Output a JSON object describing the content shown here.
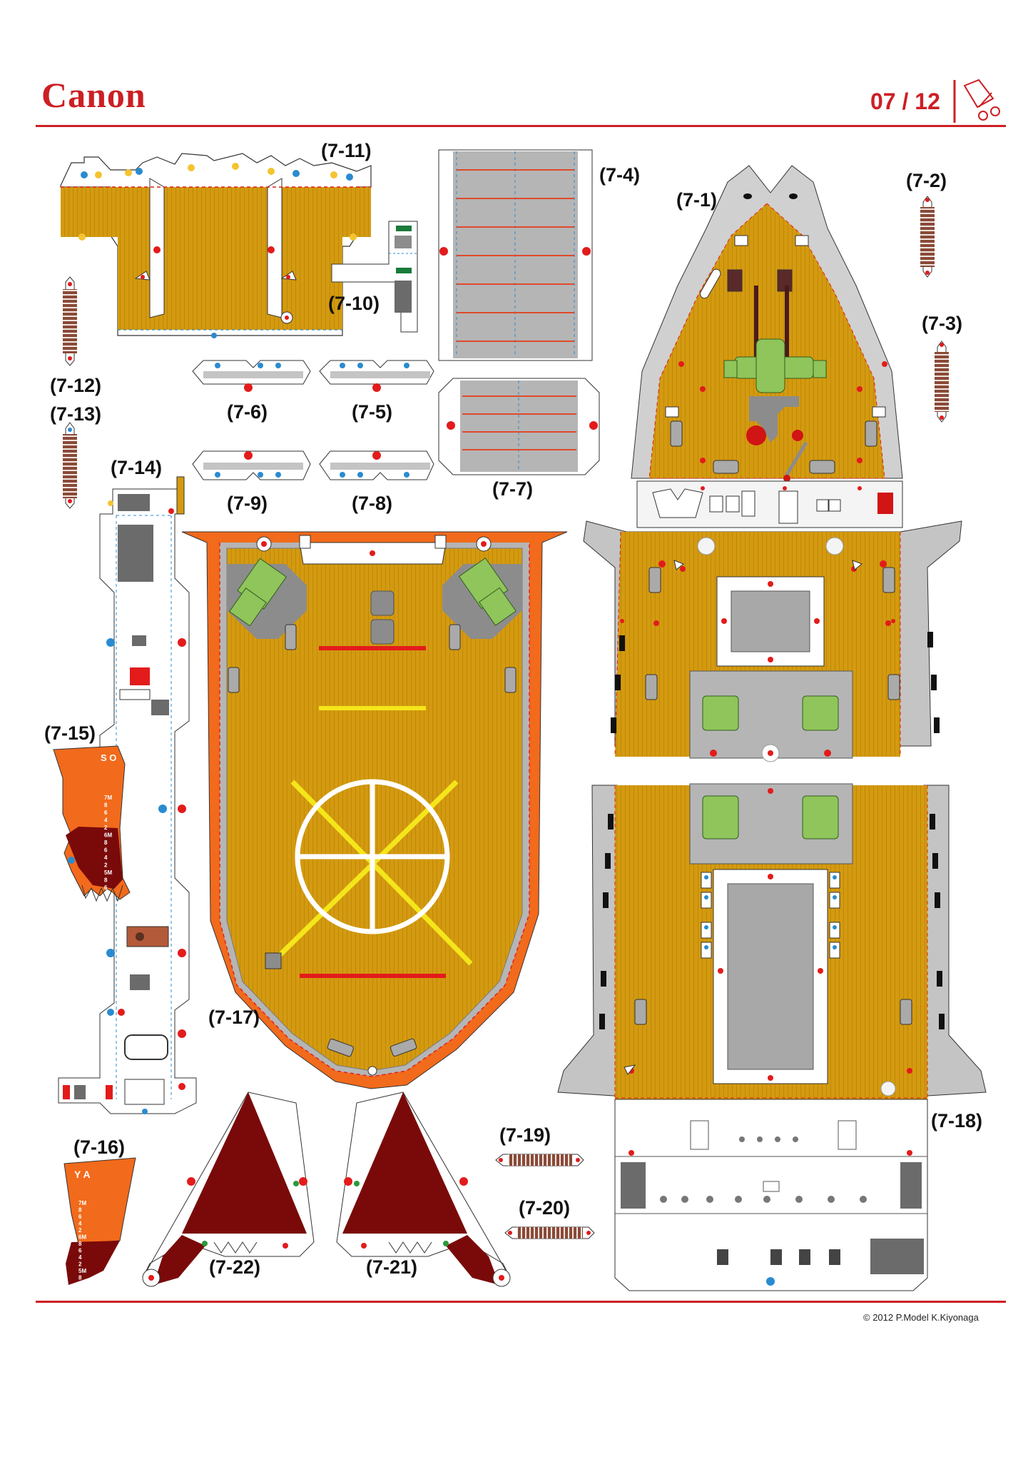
{
  "header": {
    "brand": "Canon",
    "page": "07 / 12"
  },
  "footer": {
    "copyright": "© 2012 P.Model K.Kiyonaga"
  },
  "colors": {
    "brand_red": "#cc1f24",
    "deck": "#d49a10",
    "deck_line": "#b88406",
    "hull_gray": "#c4c4c4",
    "hull_dark": "#8c8c8c",
    "orange": "#f26a1b",
    "maroon": "#7a0a0a",
    "winch_green": "#8fc55a",
    "helipad_yellow": "#f4e61b",
    "glue_red": "#e31b1b",
    "glue_blue": "#2a8bd0",
    "glue_yellow": "#f4c430"
  },
  "icons": {
    "tool": "scissors-icon"
  },
  "parts": {
    "p7_1": "(7-1)",
    "p7_2": "(7-2)",
    "p7_3": "(7-3)",
    "p7_4": "(7-4)",
    "p7_5": "(7-5)",
    "p7_6": "(7-6)",
    "p7_7": "(7-7)",
    "p7_8": "(7-8)",
    "p7_9": "(7-9)",
    "p7_10": "(7-10)",
    "p7_11": "(7-11)",
    "p7_12": "(7-12)",
    "p7_13": "(7-13)",
    "p7_14": "(7-14)",
    "p7_15": "(7-15)",
    "p7_16": "(7-16)",
    "p7_17": "(7-17)",
    "p7_18": "(7-18)",
    "p7_19": "(7-19)",
    "p7_20": "(7-20)",
    "p7_21": "(7-21)",
    "p7_22": "(7-22)"
  },
  "draft_marks": {
    "bow_top": "S O",
    "bow_scale": [
      "7M",
      "8",
      "6",
      "4",
      "2",
      "6M",
      "8",
      "6",
      "4",
      "2",
      "5M",
      "8",
      "6"
    ],
    "stern_top": "Y A"
  }
}
